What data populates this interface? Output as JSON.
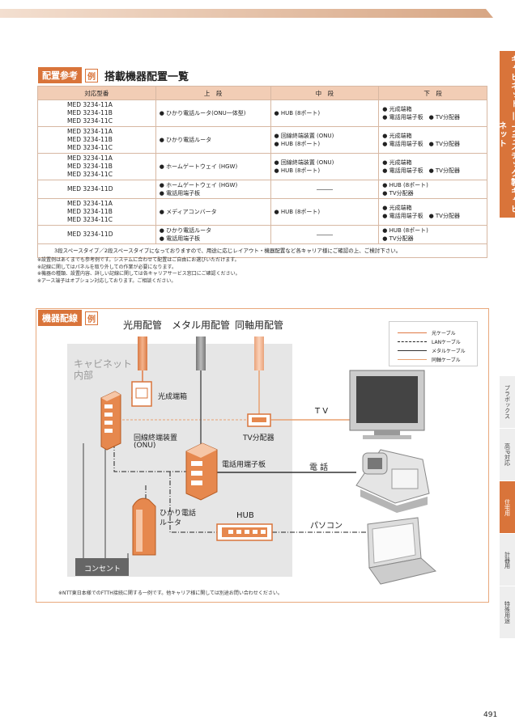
{
  "side_tabs": {
    "main": "キャビネット ― プラスチック製キャビネット",
    "items": [
      "プラボックス",
      "高IP対応",
      "住宅用",
      "計器用",
      "特殊用途"
    ]
  },
  "section1": {
    "label": "配置参考",
    "badge": "例",
    "title": "搭載機器配置一覧"
  },
  "table": {
    "headers": [
      "対応型番",
      "上　段",
      "中　段",
      "下　段"
    ],
    "rows": [
      {
        "models": [
          "MED 3234-11A",
          "MED 3234-11B",
          "MED 3234-11C"
        ],
        "upper": [
          "● ひかり電話ルータ(ONU一体型)"
        ],
        "middle": [
          "● HUB (8ポート)"
        ],
        "lower": [
          "● 光成端箱",
          "● 電話用端子板　● TV分配器"
        ]
      },
      {
        "models": [
          "MED 3234-11A",
          "MED 3234-11B",
          "MED 3234-11C"
        ],
        "upper": [
          "● ひかり電話ルータ"
        ],
        "middle": [
          "● 回線終端装置 (ONU)",
          "● HUB (8ポート)"
        ],
        "lower": [
          "● 光成端箱",
          "● 電話用端子板　● TV分配器"
        ]
      },
      {
        "models": [
          "MED 3234-11A",
          "MED 3234-11B",
          "MED 3234-11C"
        ],
        "upper": [
          "● ホームゲートウェイ (HGW)"
        ],
        "middle": [
          "● 回線終端装置 (ONU)",
          "● HUB (8ポート)"
        ],
        "lower": [
          "● 光成端箱",
          "● 電話用端子板　● TV分配器"
        ]
      },
      {
        "models": [
          "MED 3234-11D"
        ],
        "upper": [
          "● ホームゲートウェイ (HGW)",
          "● 電話用端子板"
        ],
        "middle": [],
        "lower": [
          "● HUB (8ポート)",
          "● TV分配器"
        ]
      },
      {
        "models": [
          "MED 3234-11A",
          "MED 3234-11B",
          "MED 3234-11C"
        ],
        "upper": [
          "● メディアコンバータ"
        ],
        "middle": [
          "● HUB (8ポート)"
        ],
        "lower": [
          "● 光成端箱",
          "● 電話用端子板　● TV分配器"
        ]
      },
      {
        "models": [
          "MED 3234-11D"
        ],
        "upper": [
          "● ひかり電話ルータ",
          "● 電話用端子板"
        ],
        "middle": [],
        "lower": [
          "● HUB (8ポート)",
          "● TV分配器"
        ]
      }
    ],
    "note": "3段スペースタイプ／2段スペースタイプになっておりますので、用途に応じレイアウト・機器配置など各キャリア様にご確認の上、ご検討下さい。"
  },
  "remarks": [
    "※設置例はあくまでも参考例です。システムに合わせて配置はご自由にお選びいただけます。",
    "※記線に関してはパネルを取り外しての作業が必要になります。",
    "※機器の種類、設置内容、詳しい記線に関しては各キャリアサービス窓口にご確認ください。",
    "※アース端子はオプション対応しております。ご相談ください。"
  ],
  "section2": {
    "label": "機器配線",
    "badge": "例"
  },
  "diagram": {
    "conduits": [
      "光用配管",
      "メタル用配管",
      "同軸用配管"
    ],
    "cabinet_label": [
      "キャビネット",
      "内部"
    ],
    "devices": {
      "optical_box": "光成端箱",
      "onu": [
        "回線終端装置",
        "(ONU)"
      ],
      "tv_splitter": "TV分配器",
      "phone_board": "電話用端子板",
      "router": [
        "ひかり電話",
        "ルータ"
      ],
      "hub": "HUB",
      "outlet": "コンセント"
    },
    "outputs": {
      "tv": "T V",
      "phone": "電 話",
      "pc": "パソコン"
    },
    "legend": [
      "光ケーブル",
      "LANケーブル",
      "メタルケーブル",
      "同軸ケーブル"
    ],
    "colors": {
      "optical": "#e07a45",
      "lan": "#222222",
      "metal": "#555555",
      "coax": "#e8a070"
    }
  },
  "footnote": "※NTT東日本様でのFTTH接続に関する一例です。他キャリア様に関しては別途お問い合わせください。",
  "page_number": "491"
}
